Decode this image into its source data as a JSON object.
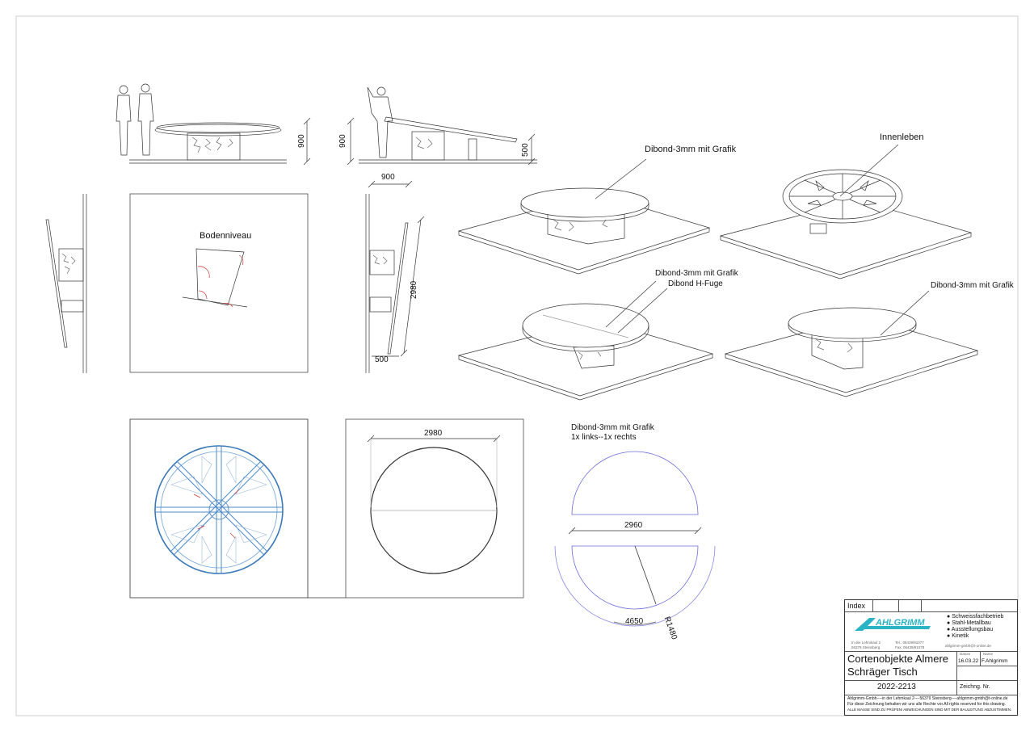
{
  "annotations": {
    "bodenniveau": "Bodenniveau",
    "dibond_1": "Dibond-3mm mit Grafik",
    "innenleben": "Innenleben",
    "dibond_2": "Dibond-3mm mit Grafik",
    "dibond_h_fuge": "Dibond H-Fuge",
    "dibond_3": "Dibond-3mm mit Grafik",
    "dibond_4": "Dibond-3mm mit Grafik",
    "links_rechts": "1x links--1x rechts"
  },
  "dimensions": {
    "d900_a": "900",
    "d900_b": "900",
    "d500_a": "500",
    "d900_c": "900",
    "d2980_v": "2980",
    "d500_b": "500",
    "d2980_h": "2980",
    "d2960": "2960",
    "d4650": "4650",
    "r1480": "R1480"
  },
  "title_block": {
    "index_label": "Index",
    "logo_text": "AHLGRIMM",
    "services": [
      "Schweissfachbetrieb",
      "Stahl-Metallbau",
      "Ausstellungsbau",
      "Kinetik"
    ],
    "address": [
      "In der Lehmkaul 2",
      "56379 Steinsberg"
    ],
    "phone": [
      "Tel.: 06439/91077",
      "Fax: 06439/91078"
    ],
    "email": "ahlgrimm-gmbh@t-online.de",
    "col_datum": "Datum",
    "col_name": "Name",
    "date": "16.03.22",
    "author": "F.Ahlgrimm",
    "project_line1": "Cortenobjekte Almere",
    "project_line2": "Schräger Tisch",
    "drawing_no": "2022-2213",
    "drawing_no_label": "Zeichng. Nr.",
    "footer_company": "Ahlgrimm-Gmbh----in der Lehmkaul 2----56379 Steinsberg----ahlgrimm-gmbh@t-online.de",
    "footer_rights": "Für diese Zeichnung behalten wir uns alle Rechte vor.All rights reserved for this drawing.",
    "footer_note": "ALLE MASSE SIND ZU PRÜFEN! ABWEICHUNGEN SIND MIT DER BAULEITUNG ABZUSTIMMEN."
  }
}
